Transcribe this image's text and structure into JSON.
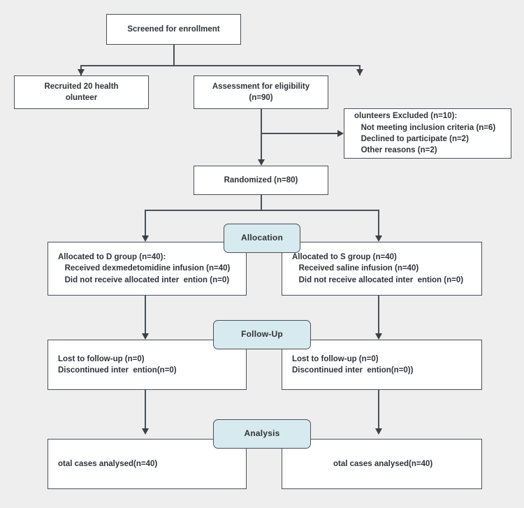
{
  "diagram": {
    "title": "CONSORT participant flow diagram",
    "background_color": "#eeeeee",
    "box_fill": "#ffffff",
    "box_border": "#4a5057",
    "stage_fill": "#d7eaef",
    "text_color": "#2e3338"
  },
  "nodes": {
    "screened": {
      "label": "Screened for enrollment"
    },
    "recruited": {
      "line1": "Recruited 20 health",
      "line2": "olunteer"
    },
    "assessment": {
      "line1": "Assessment for eligibility",
      "line2": "(n=90)"
    },
    "excluded": {
      "line1": "olunteers Excluded (n=10):",
      "line2": "   Not meeting inclusion criteria (n=6)",
      "line3": "   Declined to participate (n=2)",
      "line4": "   Other reasons (n=2)"
    },
    "randomized": {
      "label": "Randomized (n=80)"
    },
    "allocation_stage": {
      "label": "Allocation"
    },
    "alloc_d": {
      "line1": "Allocated to D group (n=40):",
      "line2": "   Received dexmedetomidine infusion (n=40)",
      "line3": "   Did not receive allocated inter  ention (n=0)"
    },
    "alloc_s": {
      "line1": "Allocated to S group (n=40)",
      "line2": "   Received saline infusion (n=40)",
      "line3": "   Did not receive allocated inter  ention (n=0)"
    },
    "followup_stage": {
      "label": "Follow-Up"
    },
    "follow_d": {
      "line1": "Lost to follow-up (n=0)",
      "line2": "Discontinued inter  ention(n=0)"
    },
    "follow_s": {
      "line1": "Lost to follow-up (n=0)",
      "line2": "Discontinued inter  ention(n=0))"
    },
    "analysis_stage": {
      "label": "Analysis"
    },
    "analysis_d": {
      "label": "otal cases analysed(n=40)"
    },
    "analysis_s": {
      "label": "otal cases analysed(n=40)"
    }
  }
}
